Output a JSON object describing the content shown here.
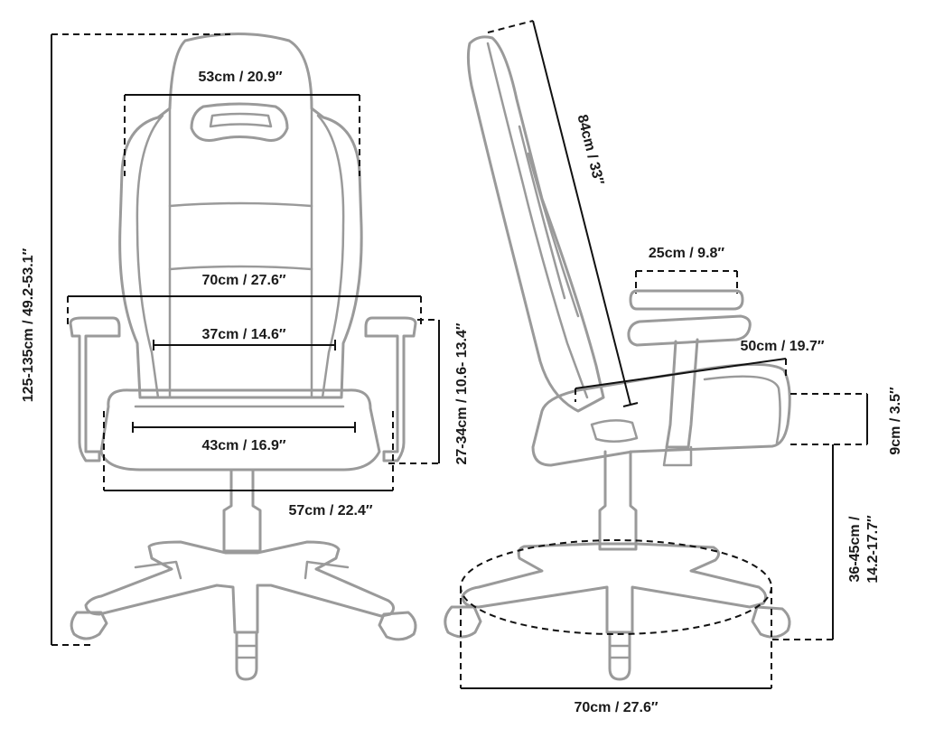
{
  "front_view": {
    "width_headrest": "53cm / 20.9″",
    "width_armrests": "70cm / 27.6″",
    "width_backrest": "37cm / 14.6″",
    "width_seat": "43cm / 16.9″",
    "width_seat_outer": "57cm / 22.4″",
    "total_height": "125-135cm / 49.2-53.1″",
    "armrest_height": "27-34cm / 10.6- 13.4″"
  },
  "side_view": {
    "backrest_height": "84cm / 33″",
    "armrest_length": "25cm / 9.8″",
    "seat_depth": "50cm / 19.7″",
    "seat_thickness": "9cm / 3.5″",
    "seat_height_line1": "36-45cm /",
    "seat_height_line2": "14.2-17.7″",
    "base_diameter": "70cm / 27.6″"
  },
  "colors": {
    "outline": "#9a9a9a",
    "dimension": "#111111",
    "background": "#ffffff"
  }
}
